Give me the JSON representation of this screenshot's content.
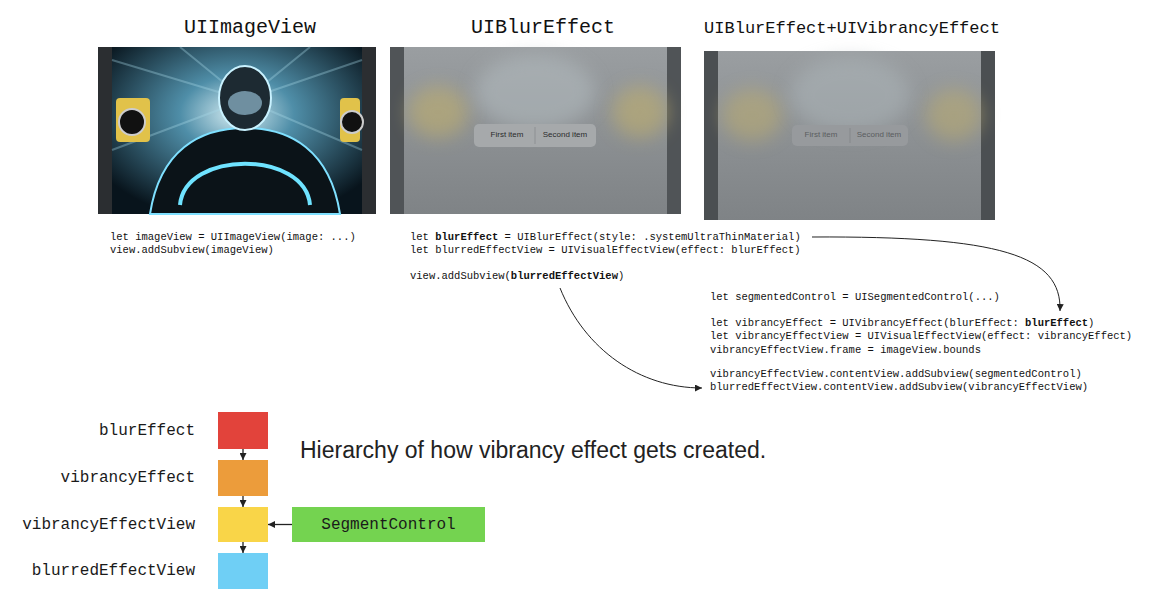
{
  "diagram": {
    "nodes": [
      {
        "text": [
          "blurEffect"
        ]
      },
      {
        "text": [
          "vibrancyEffect"
        ]
      },
      {
        "text": [
          "vibrancyEffectView"
        ]
      },
      {
        "text": [
          "blurredEffectView"
        ]
      },
      {
        "text": [
          "SegmentControl"
        ]
      }
    ],
    "edges": [
      {
        "from": 0,
        "to": 1,
        "arrow": "to"
      },
      {
        "from": 1,
        "to": 2,
        "arrow": "to"
      },
      {
        "from": 2,
        "to": 3,
        "arrow": "to"
      },
      {
        "from": 4,
        "to": 2,
        "arrow": "to"
      }
    ],
    "labels": [
      "UIImageView",
      "UIBlurEffect",
      "UIBlurEffect+UIVibrancyEffect",
      "First item",
      "Second item",
      "First item",
      "Second item",
      "let imageView = UIImageView(image: ...)",
      "view.addSubview(imageView)",
      "let blurEffect = UIBlurEffect(style: .systemUltraThinMaterial)",
      "let blurredEffectView = UIVisualEffectView(effect: blurEffect)",
      "view.addSubview(blurredEffectView)",
      "let segmentedControl = UISegmentedControl(...)",
      "let vibrancyEffect = UIVibrancyEffect(blurEffect: blurEffect)",
      "let vibrancyEffectView = UIVisualEffectView(effect: vibrancyEffect)",
      "vibrancyEffectView.frame = imageView.bounds",
      "vibrancyEffectView.contentView.addSubview(segmentedControl)",
      "blurredEffectView.contentView.addSubview(vibrancyEffectView)",
      "Hierarchy of how vibrancy effect gets created."
    ]
  }
}
